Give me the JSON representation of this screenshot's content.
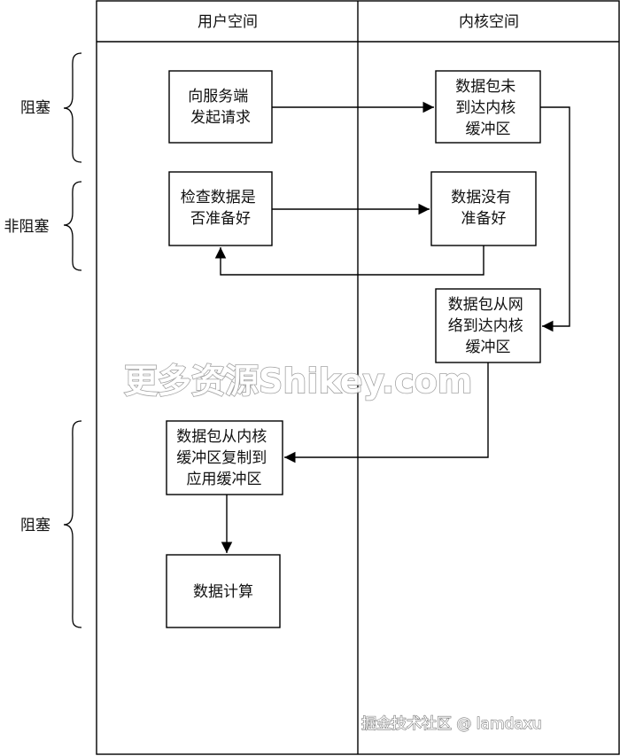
{
  "lanes": {
    "user": "用户空间",
    "kernel": "内核空间"
  },
  "side_labels": {
    "blocking_top": "阻塞",
    "non_blocking": "非阻塞",
    "blocking_bottom": "阻塞"
  },
  "boxes": {
    "send_request": [
      "向服务端",
      "发起请求"
    ],
    "packet_not_arrived": [
      "数据包未",
      "到达内核",
      "缓冲区"
    ],
    "check_ready": [
      "检查数据是",
      "否准备好"
    ],
    "data_not_ready": [
      "数据没有",
      "准备好"
    ],
    "packet_arrived": [
      "数据包从网",
      "络到达内核",
      "缓冲区"
    ],
    "copy_to_app": [
      "数据包从内核",
      "缓冲区复制到",
      "应用缓冲区"
    ],
    "compute": [
      "数据计算"
    ]
  },
  "watermark": "更多资源Shikey.com",
  "credit": "掘金技术社区 @ lamdaxu"
}
